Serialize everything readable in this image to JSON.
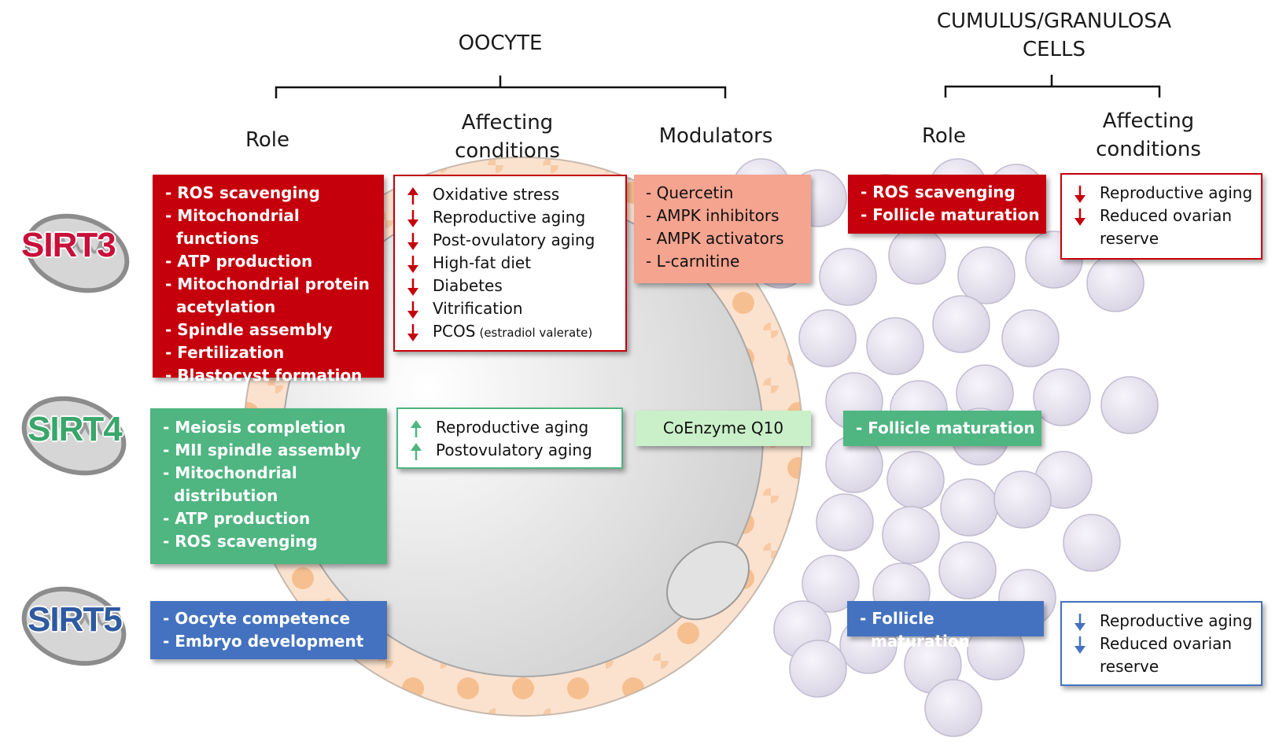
{
  "headers": {
    "oocyte": "OOCYTE",
    "cumulus_line1": "CUMULUS/GRANULOSA",
    "cumulus_line2": "CELLS",
    "role": "Role",
    "affecting_line1": "Affecting",
    "affecting_line2": "conditions",
    "modulators": "Modulators",
    "cumulus_role": "Role",
    "cumulus_affecting_line1": "Affecting",
    "cumulus_affecting_line2": "conditions"
  },
  "sirt3": {
    "label": "SIRT3",
    "color": "#c5000c",
    "oocyte_role": [
      "ROS scavenging",
      "Mitochondrial functions",
      "ATP production",
      "Mitochondrial protein acetylation",
      "Spindle assembly",
      "Fertilization",
      "Blastocyst formation"
    ],
    "oocyte_conditions": [
      {
        "direction": "up",
        "text": "Oxidative stress"
      },
      {
        "direction": "down",
        "text": "Reproductive aging"
      },
      {
        "direction": "down",
        "text": "Post-ovulatory aging"
      },
      {
        "direction": "down",
        "text": "High-fat diet"
      },
      {
        "direction": "down",
        "text": "Diabetes"
      },
      {
        "direction": "down",
        "text": "Vitrification"
      },
      {
        "direction": "down",
        "text": "PCOS",
        "note": "(estradiol valerate)"
      }
    ],
    "modulators": [
      "Quercetin",
      "AMPK inhibitors",
      "AMPK activators",
      "L-carnitine"
    ],
    "cumulus_role": [
      "ROS scavenging",
      "Follicle maturation"
    ],
    "cumulus_conditions": [
      {
        "direction": "down",
        "text": "Reproductive aging"
      },
      {
        "direction": "down",
        "text": "Reduced ovarian reserve"
      }
    ]
  },
  "sirt4": {
    "label": "SIRT4",
    "color": "#4fb581",
    "oocyte_role": [
      "Meiosis completion",
      "MII spindle assembly",
      "Mitochondrial distribution",
      "ATP production",
      "ROS scavenging"
    ],
    "oocyte_conditions": [
      {
        "direction": "up",
        "text": "Reproductive aging"
      },
      {
        "direction": "up",
        "text": "Postovulatory aging"
      }
    ],
    "modulators": [
      "CoEnzyme Q10"
    ],
    "cumulus_role": [
      "Follicle maturation"
    ]
  },
  "sirt5": {
    "label": "SIRT5",
    "color": "#4472c0",
    "oocyte_role": [
      "Oocyte competence",
      "Embryo development"
    ],
    "cumulus_role": [
      "Follicle maturation"
    ],
    "cumulus_conditions": [
      {
        "direction": "down",
        "text": "Reproductive aging"
      },
      {
        "direction": "down",
        "text": "Reduced ovarian reserve"
      }
    ]
  }
}
